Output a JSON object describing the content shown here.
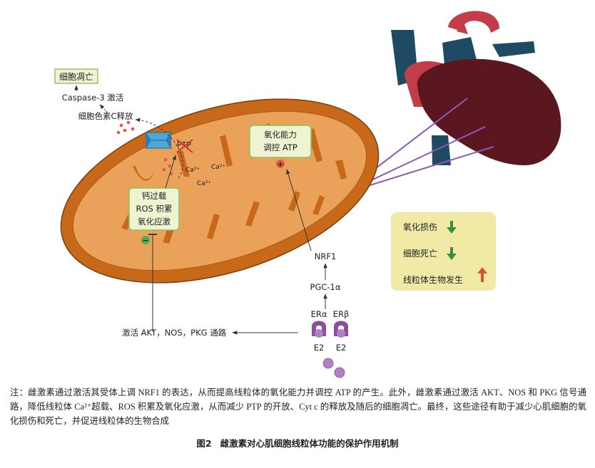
{
  "diagram": {
    "apoptosis_box": "细胞凋亡",
    "caspase_text": "Caspase-3 激活",
    "cytc_text": "细胞色素C释放",
    "ptp_label": "PTP",
    "ca_labels": [
      "Ca²⁺",
      "Ca²⁺",
      "Ca²⁺"
    ],
    "stress_box": [
      "钙过载",
      "ROS 积累",
      "氧化应激"
    ],
    "oxidation_box": [
      "氧化能力",
      "调控 ATP"
    ],
    "plus_sign": "+",
    "minus_sign": "−",
    "pathway_text": "激活 AKT，NOS，PKG 通路",
    "nrf1": "NRF1",
    "pgc": "PGC-1α",
    "receptors": [
      "ERα",
      "ERβ"
    ],
    "ligands": [
      "E2",
      "E2"
    ],
    "effects": [
      {
        "text": "氧化损伤",
        "arrow": "down",
        "color": "#3a8f3e"
      },
      {
        "text": "细胞死亡",
        "arrow": "down",
        "color": "#3a8f3e"
      },
      {
        "text": "线粒体生物发生",
        "arrow": "up",
        "color": "#d9532b"
      }
    ]
  },
  "colors": {
    "mito_outer": "#c8691a",
    "mito_inner": "#eaa25a",
    "box_fill": "#eef3d2",
    "box_stroke": "#8cc063",
    "effects_fill": "#f0eaa6",
    "receptor": "#8a4f9e",
    "ligand": "#b27fc4",
    "heart_dark": "#5a1720",
    "heart_red": "#c33d48",
    "heart_blue": "#1f4a63",
    "laser": "#8a5bb5"
  },
  "note": "注：雌激素通过激活其受体上调 NRF1 的表达，从而提高线粒体的氧化能力并调控 ATP 的产生。此外，雌激素通过激活 AKT、NOS 和 PKG 信号通路，降低线粒体 Ca²⁺超载、ROS 积累及氧化应激，从而减少 PTP 的开放、Cyt c 的释放及随后的细胞凋亡。最终，这些途径有助于减少心肌细胞的氧化损伤和死亡，并促进线粒体的生物合成",
  "caption": {
    "number": "图2",
    "title": "雌激素对心肌细胞线粒体功能的保护作用机制"
  }
}
